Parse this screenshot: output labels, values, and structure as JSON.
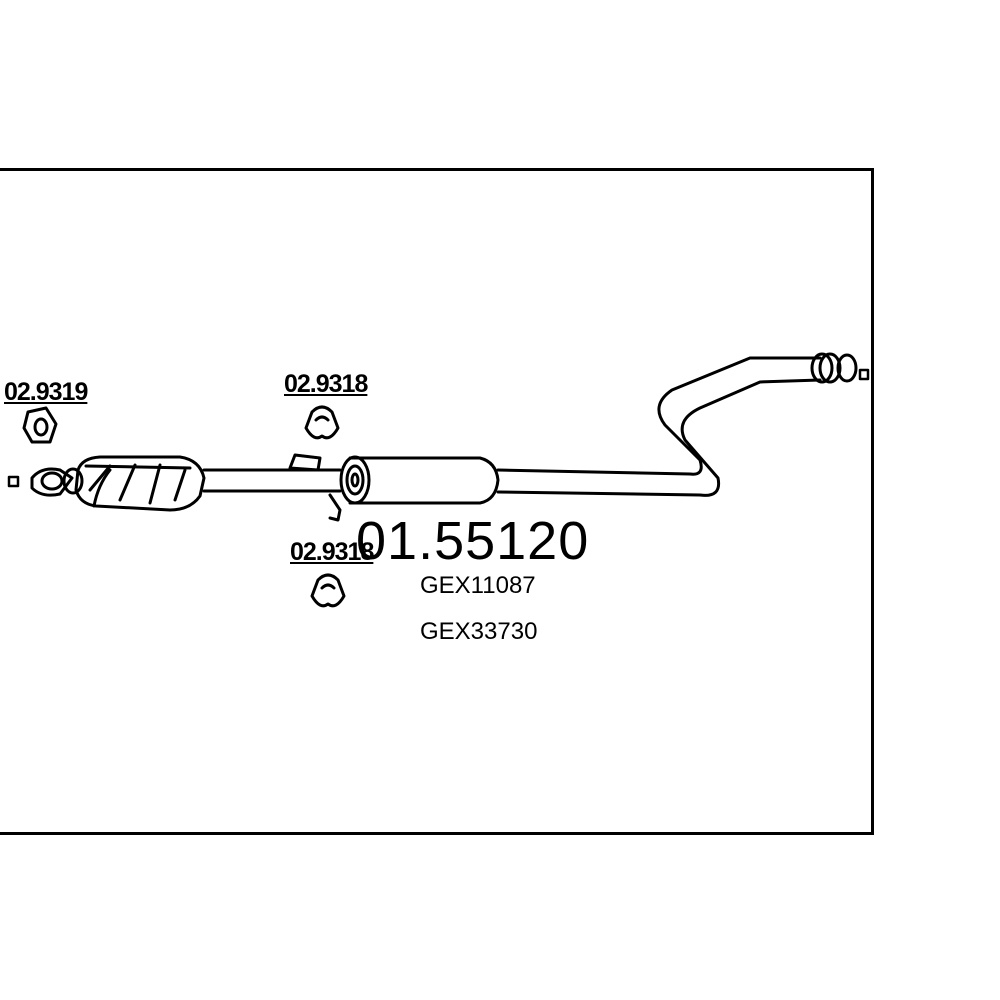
{
  "diagram": {
    "main_part_number": "01.55120",
    "reference_numbers": [
      "GEX11087",
      "GEX33730"
    ],
    "hanger_labels": {
      "front": "02.9319",
      "middle_top": "02.9318",
      "middle_bottom": "02.9318"
    },
    "colors": {
      "line": "#000000",
      "background": "#ffffff"
    }
  }
}
